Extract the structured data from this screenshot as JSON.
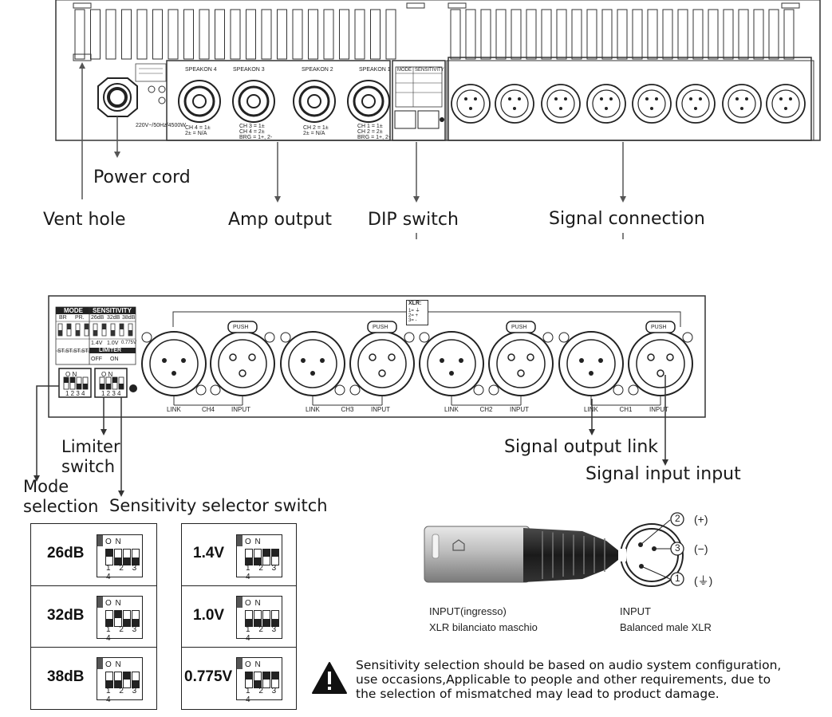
{
  "callouts": {
    "power_cord": "Power cord",
    "vent_hole": "Vent hole",
    "amp_output": "Amp output",
    "dip_switch": "DIP switch",
    "signal_connection": "Signal connection",
    "signal_output_link": "Signal output link",
    "signal_input_input": "Signal input input",
    "limiter_switch_line1": "Limiter",
    "limiter_switch_line2": "switch",
    "mode_selection_line1": "Mode",
    "mode_selection_line2": "selection",
    "sensitivity_selector": "Sensitivity selector switch"
  },
  "rear_panel": {
    "speakon_labels": [
      "SPEAKON 4",
      "SPEAKON 3",
      "SPEAKON 2",
      "SPEAKON 1"
    ],
    "speakon_notes": [
      "CH 4 = 1±\n2± = N/A",
      "CH 3 = 1±\nCH 4 = 2±\nBRG = 1+, 2-",
      "CH 2 = 1±\n2± = N/A",
      "CH 1 = 1±\nCH 2 = 2±\nBRG = 1+, 2-"
    ],
    "power_label": "220V~/50Hz/4500W",
    "mode_header": "MODE",
    "sensitivity_header": "SENSITIVITY"
  },
  "detail_panel": {
    "mode_header": "MODE",
    "sensitivity_header": "SENSITIVITY",
    "mode_cols": [
      "BR",
      "PR."
    ],
    "sens_cols": [
      "26dB",
      "32dB",
      "38dB"
    ],
    "volt_cols": [
      "1.4V",
      "1.0V",
      "0.775V"
    ],
    "st_labels": [
      "ST.",
      "ST.",
      "ST.",
      "ST."
    ],
    "limiter_header": "LIMITER",
    "limiter_off": "OFF",
    "limiter_on": "ON",
    "dip_on": "O N",
    "dip_nums": "1 2 3 4",
    "xlr_legend": [
      "XLR:",
      "1= ⏚",
      "2= +",
      "3= -"
    ],
    "push_label": "PUSH",
    "channels": [
      {
        "link": "LINK",
        "ch": "CH4",
        "input": "INPUT"
      },
      {
        "link": "LINK",
        "ch": "CH3",
        "input": "INPUT"
      },
      {
        "link": "LINK",
        "ch": "CH2",
        "input": "INPUT"
      },
      {
        "link": "LINK",
        "ch": "CH1",
        "input": "INPUT"
      }
    ]
  },
  "sensitivity_table": {
    "db_rows": [
      {
        "label": "26dB",
        "switches": [
          1,
          0,
          0,
          0
        ]
      },
      {
        "label": "32dB",
        "switches": [
          0,
          1,
          0,
          0
        ]
      },
      {
        "label": "38dB",
        "switches": [
          0,
          0,
          1,
          0
        ]
      }
    ],
    "volt_rows": [
      {
        "label": "1.4V",
        "switches": [
          0,
          0,
          1,
          1
        ]
      },
      {
        "label": "1.0V",
        "switches": [
          0,
          0,
          0,
          0
        ]
      },
      {
        "label": "0.775V",
        "switches": [
          1,
          0,
          1,
          1
        ]
      }
    ],
    "dip_on": "O N",
    "dip_nums": "1 2 3 4"
  },
  "xlr_info": {
    "plug_caption_line1": "INPUT(ingresso)",
    "plug_caption_line2": "XLR bilanciato maschio",
    "pinout_caption_line1": "INPUT",
    "pinout_caption_line2": "Balanced male XLR",
    "pins": [
      {
        "num": "2",
        "label": "(+)"
      },
      {
        "num": "3",
        "label": "(−)"
      },
      {
        "num": "1",
        "label": "(⏚)"
      }
    ]
  },
  "warning": {
    "line1": "Sensitivity selection should be based on audio system configuration,",
    "line2": "use occasions,Applicable to people and other requirements, due to",
    "line3": "the selection of mismatched may lead to product damage."
  }
}
